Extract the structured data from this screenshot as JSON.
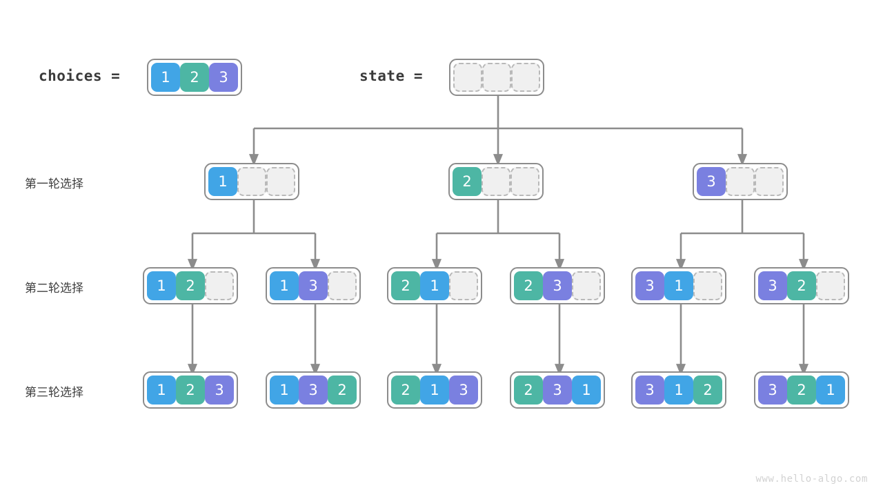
{
  "diagram": {
    "title": "permutation-backtracking-tree",
    "watermark": "www.hello-algo.com",
    "colors": {
      "value_1": "#41a5e6",
      "value_2": "#4db6a4",
      "value_3": "#7a80e0",
      "empty_cell": "#f0f0f0",
      "border": "#8c8c8c",
      "wire": "#8c8c8c",
      "text": "#3a3a3a",
      "watermark": "#d2d2d2"
    }
  },
  "header": {
    "choices_label": "choices =",
    "choices_values": [
      "1",
      "2",
      "3"
    ],
    "state_label": "state =",
    "state_values": [
      "",
      "",
      ""
    ]
  },
  "row_captions": [
    "第一轮选择",
    "第二轮选择",
    "第三轮选择"
  ],
  "rows": [
    {
      "caption": "第一轮选择",
      "nodes": [
        {
          "values": [
            "1",
            "",
            ""
          ]
        },
        {
          "values": [
            "2",
            "",
            ""
          ]
        },
        {
          "values": [
            "3",
            "",
            ""
          ]
        }
      ]
    },
    {
      "caption": "第二轮选择",
      "nodes": [
        {
          "values": [
            "1",
            "2",
            ""
          ]
        },
        {
          "values": [
            "1",
            "3",
            ""
          ]
        },
        {
          "values": [
            "2",
            "1",
            ""
          ]
        },
        {
          "values": [
            "2",
            "3",
            ""
          ]
        },
        {
          "values": [
            "3",
            "1",
            ""
          ]
        },
        {
          "values": [
            "3",
            "2",
            ""
          ]
        }
      ]
    },
    {
      "caption": "第三轮选择",
      "nodes": [
        {
          "values": [
            "1",
            "2",
            "3"
          ]
        },
        {
          "values": [
            "1",
            "3",
            "2"
          ]
        },
        {
          "values": [
            "2",
            "1",
            "3"
          ]
        },
        {
          "values": [
            "2",
            "3",
            "1"
          ]
        },
        {
          "values": [
            "3",
            "1",
            "2"
          ]
        },
        {
          "values": [
            "3",
            "2",
            "1"
          ]
        }
      ]
    }
  ]
}
